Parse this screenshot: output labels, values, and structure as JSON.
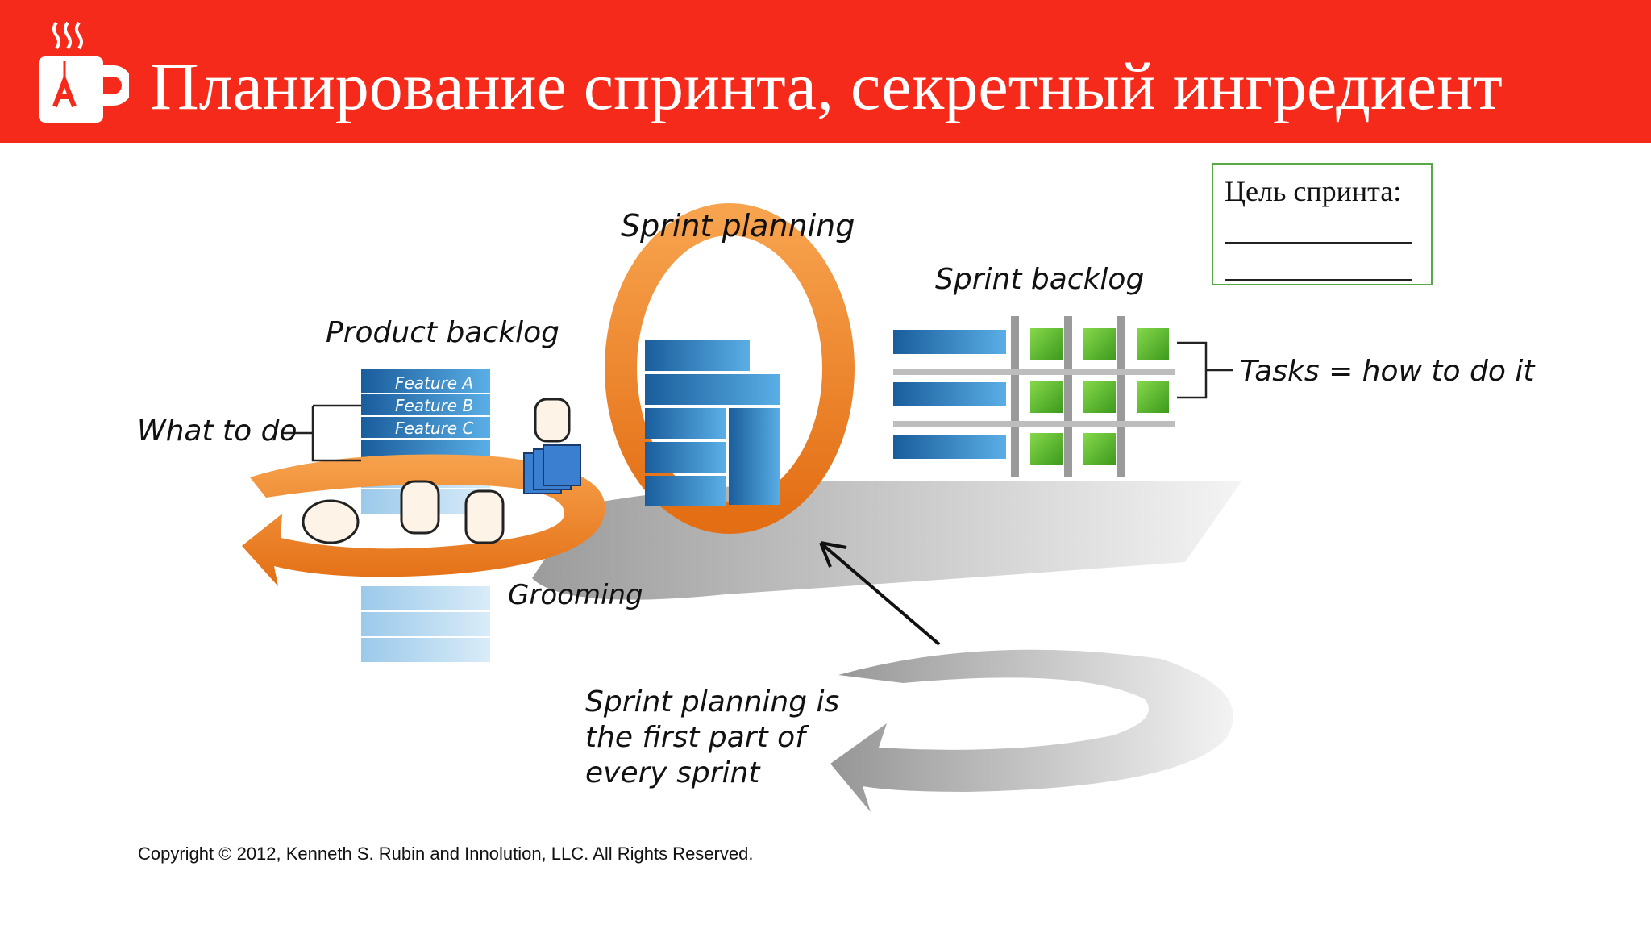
{
  "title": "Планирование спринта, секретный ингредиент",
  "colors": {
    "header": "#f52a1a",
    "orange": "#f3892a",
    "blue": "#2a7fc4",
    "green": "#5bbd2c",
    "gray": "#b9b9b9"
  },
  "icons": [
    "coffee-mug-logo-icon"
  ],
  "goal_box": {
    "label": "Цель спринта:"
  },
  "diagram": {
    "sprint_planning": "Sprint planning",
    "product_backlog": "Product backlog",
    "features": [
      "Feature A",
      "Feature B",
      "Feature C"
    ],
    "what_to_do": "What to do",
    "sprint_backlog": "Sprint backlog",
    "tasks": "Tasks = how to do it",
    "grooming": "Grooming",
    "note_lines": [
      "Sprint planning is",
      "the first part of",
      "every sprint"
    ]
  },
  "copyright": "Copyright © 2012, Kenneth S. Rubin and Innolution, LLC. All Rights Reserved."
}
